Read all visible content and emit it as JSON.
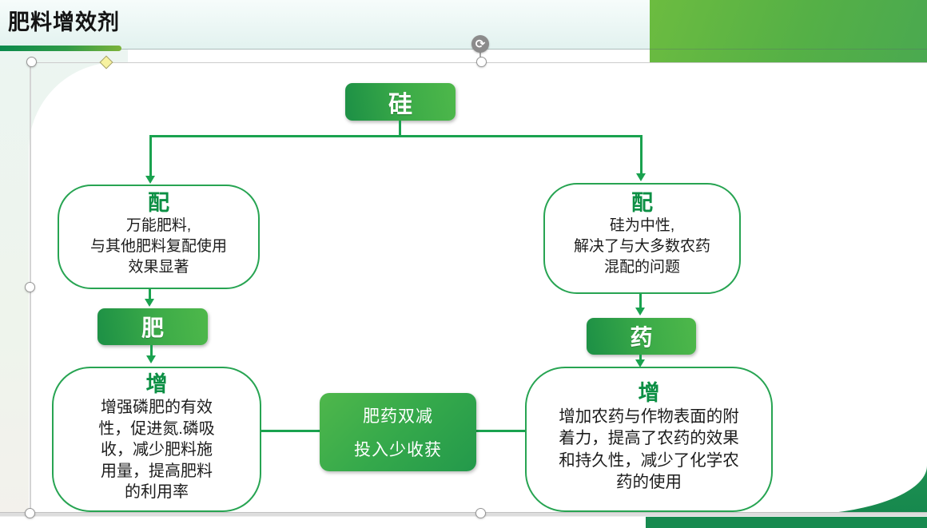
{
  "header": {
    "title": "肥料增效剂"
  },
  "diagram": {
    "root": {
      "label": "硅"
    },
    "left": {
      "pei": {
        "title": "配",
        "body": "万能肥料,\n与其他肥料复配使用\n效果显著"
      },
      "fei": {
        "label": "肥"
      },
      "zeng": {
        "title": "增",
        "body": "增强磷肥的有效\n性，促进氮.磷吸\n收，减少肥料施\n用量，提高肥料\n的利用率"
      }
    },
    "right": {
      "pei": {
        "title": "配",
        "body": "硅为中性,\n解决了与大多数农药\n混配的问题"
      },
      "yao": {
        "label": "药"
      },
      "zeng": {
        "title": "增",
        "body": "增加农药与作物表面的附\n着力，提高了农药的效果\n和持久性，减少了化学农\n药的使用"
      }
    },
    "center": {
      "line1": "肥药双减",
      "line2": "投入少收获"
    }
  },
  "icons": {
    "rotate_handle": "⟳"
  },
  "colors": {
    "accent_green": "#1aa24f",
    "box_gradient_start": "#1f9246",
    "box_gradient_end": "#4eb84a",
    "outline_green": "#27a452",
    "title_letter_green": "#0c8f44",
    "leaf_green_block": "#5cb343",
    "dark_grass_green": "#178a4f",
    "underline_gradient_start": "#0a8a4c",
    "underline_gradient_end": "#7cb33b",
    "header_band_tint": "#e2f2ef"
  }
}
